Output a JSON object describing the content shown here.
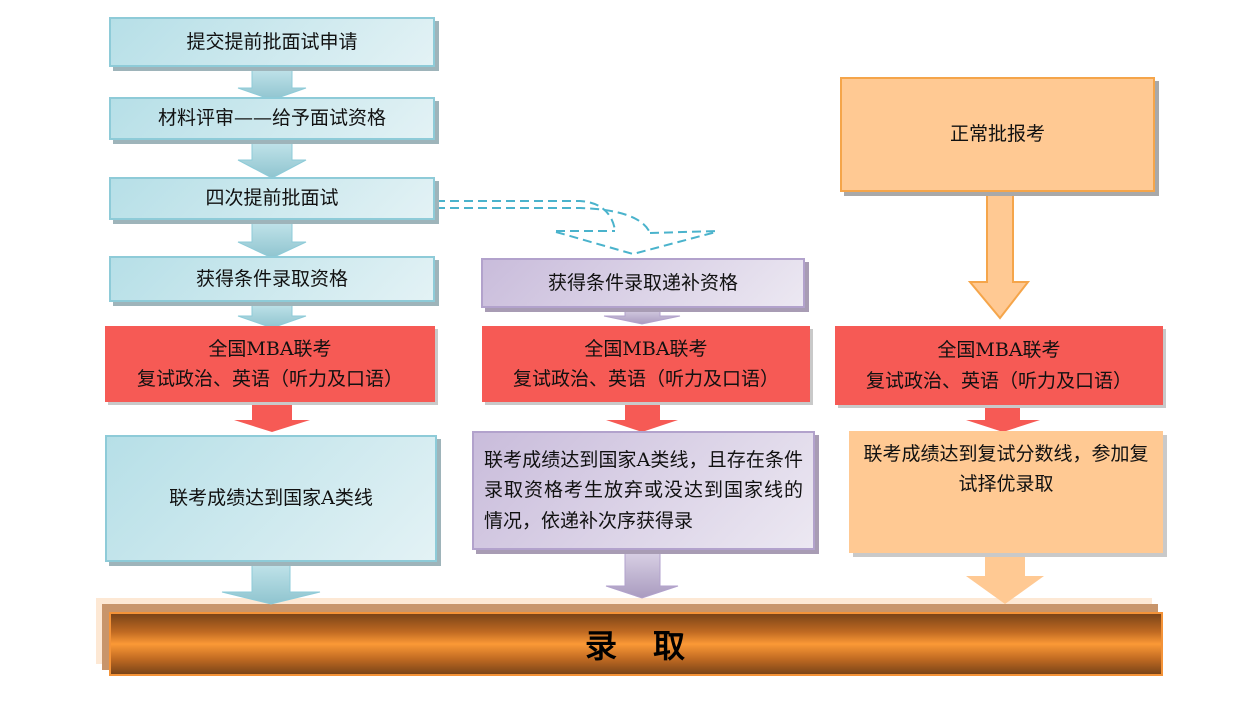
{
  "left_column": {
    "steps": [
      "提交提前批面试申请",
      "材料评审——给予面试资格",
      "四次提前批面试",
      "获得条件录取资格"
    ],
    "exam": {
      "line1": "全国MBA联考",
      "line2": "复试政治、英语（听力及口语）"
    },
    "result": "联考成绩达到国家A类线"
  },
  "middle_column": {
    "step": "获得条件录取递补资格",
    "exam": {
      "line1": "全国MBA联考",
      "line2": "复试政治、英语（听力及口语）"
    },
    "result": "联考成绩达到国家A类线，且存在条件录取资格考生放弃或没达到国家线的情况，依递补次序获得录"
  },
  "right_column": {
    "step": "正常批报考",
    "exam": {
      "line1": "全国MBA联考",
      "line2": "复试政治、英语（听力及口语）"
    },
    "result": "联考成绩达到复试分数线，参加复试择优录取"
  },
  "final": "录　取"
}
